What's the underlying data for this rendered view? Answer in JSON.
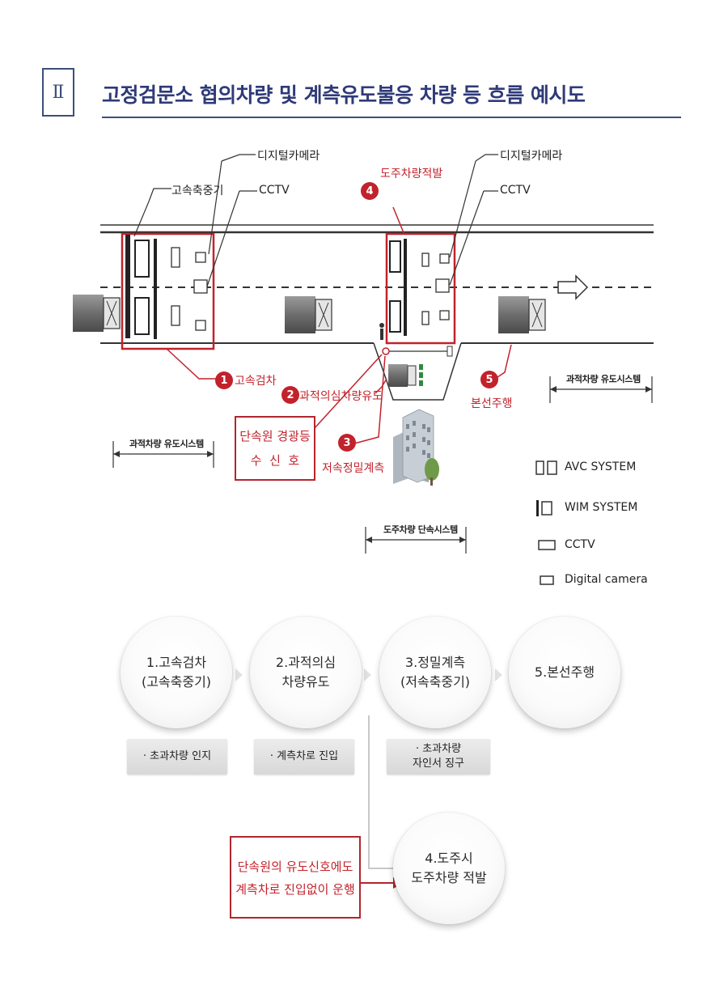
{
  "header": {
    "roman": "Ⅱ",
    "title": "고정검문소 협의차량 및 계측유도불응 차량 등 흐름 예시도"
  },
  "top_labels": {
    "digital_camera_1": "디지털카메라",
    "cctv_1": "CCTV",
    "high_speed_axle": "고속축중기",
    "step4_label": "도주차량적발",
    "digital_camera_2": "디지털카메라",
    "cctv_2": "CCTV"
  },
  "steps": {
    "s1": {
      "num": "1",
      "label": "고속검차"
    },
    "s2": {
      "num": "2",
      "label": "과적의심차량유도"
    },
    "s3": {
      "num": "3",
      "label": "저속정밀계측"
    },
    "s4": {
      "num": "4"
    },
    "s5": {
      "num": "5",
      "label": "본선주행"
    }
  },
  "officer_box": {
    "line1": "단속원 경광등",
    "line2": "수  신  호"
  },
  "systems": {
    "left": "과적차량 유도시스템",
    "right": "과적차량 유도시스템",
    "bottom": "도주차량 단속시스템"
  },
  "legend": {
    "avc": "AVC SYSTEM",
    "wim": "WIM SYSTEM",
    "cctv": "CCTV",
    "camera": "Digital camera"
  },
  "flow": {
    "c1": {
      "line1": "1.고속검차",
      "line2": "(고속축중기)"
    },
    "c2": {
      "line1": "2.과적의심",
      "line2": "차량유도"
    },
    "c3": {
      "line1": "3.정밀계측",
      "line2": "(저속축중기)"
    },
    "c5": {
      "line1": "5.본선주행"
    },
    "c4": {
      "line1": "4.도주시",
      "line2": "도주차량 적발"
    },
    "t1": "· 초과차량 인지",
    "t2": "· 계측차로 진입",
    "t3": {
      "line1": "· 초과차량",
      "line2": "자인서 징구"
    },
    "note": {
      "line1": "단속원의 유도신호에도",
      "line2": "계측차로 진입없이 운행"
    }
  },
  "colors": {
    "title": "#2f3a78",
    "accent": "#c2222b",
    "road": "#333333"
  }
}
